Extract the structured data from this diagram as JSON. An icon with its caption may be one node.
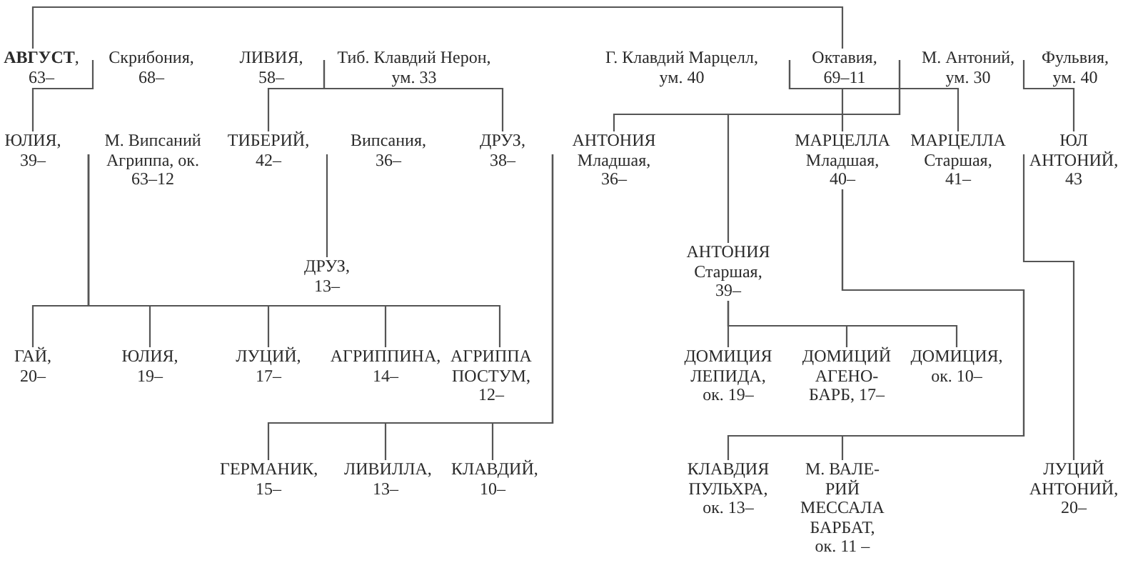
{
  "diagram": {
    "nodes": [
      {
        "text": [
          "**АВГУСТ**, 63–"
        ]
      },
      {
        "text": [
          "Скрибония, 68–"
        ]
      },
      {
        "text": [
          "ЛИВИЯ, 58–"
        ]
      },
      {
        "text": [
          "Тиб. Клавдий Нерон, ум. 33"
        ]
      },
      {
        "text": [
          "Г. Клавдий Марцелл, ум. 40"
        ]
      },
      {
        "text": [
          "Октавия, 69–11"
        ]
      },
      {
        "text": [
          "М. Антоний, ум. 30"
        ]
      },
      {
        "text": [
          "Фульвия, ум. 40"
        ]
      },
      {
        "text": [
          "ЮЛИЯ, 39–"
        ]
      },
      {
        "text": [
          "М. Випсаний Агриппа, ок. 63–12"
        ]
      },
      {
        "text": [
          "ТИБЕРИЙ, 42–"
        ]
      },
      {
        "text": [
          "Випсания, 36–"
        ]
      },
      {
        "text": [
          "ДРУЗ, 38–"
        ]
      },
      {
        "text": [
          "АНТОНИЯ Младшая, 36–"
        ]
      },
      {
        "text": [
          "МАРЦЕЛЛА Младшая, 40–"
        ]
      },
      {
        "text": [
          "МАРЦЕЛЛА Старшая, 41–"
        ]
      },
      {
        "text": [
          "ЮЛ АНТОНИЙ, 43"
        ]
      },
      {
        "text": [
          "ДРУЗ, 13–"
        ]
      },
      {
        "text": [
          "АНТОНИЯ Старшая, 39–"
        ]
      },
      {
        "text": [
          "ГАЙ, 20–"
        ]
      },
      {
        "text": [
          "ЮЛИЯ, 19–"
        ]
      },
      {
        "text": [
          "ЛУЦИЙ, 17–"
        ]
      },
      {
        "text": [
          "АГРИППИНА, 14–"
        ]
      },
      {
        "text": [
          "АГРИППА ПОСТУМ, 12–"
        ]
      },
      {
        "text": [
          "ДОМИЦИЯ ЛЕПИДА, ок. 19–"
        ]
      },
      {
        "text": [
          "ДОМИЦИЙ АГЕНО-БАРБ, 17–"
        ]
      },
      {
        "text": [
          "ДОМИЦИЯ, ок. 10–"
        ]
      },
      {
        "text": [
          "ГЕРМАНИК, 15–"
        ]
      },
      {
        "text": [
          "ЛИВИЛЛА, 13–"
        ]
      },
      {
        "text": [
          "КЛАВДИЙ, 10–"
        ]
      },
      {
        "text": [
          "КЛАВДИЯ ПУЛЬХРА, ок. 13–"
        ]
      },
      {
        "text": [
          "М. ВАЛЕ-РИЙ МЕССАЛА БАРБАТ, ок. 11 –"
        ]
      },
      {
        "text": [
          "ЛУЦИЙ АНТОНИЙ, 20–"
        ]
      }
    ],
    "edges": [
      {
        "from": 0,
        "to": 5,
        "arrow": "none"
      },
      {
        "from": 1,
        "to": 8,
        "arrow": "none"
      },
      {
        "from": 3,
        "to": 10,
        "arrow": "none"
      },
      {
        "from": 3,
        "to": 12,
        "arrow": "none"
      },
      {
        "from": 9,
        "to": 19,
        "arrow": "none"
      },
      {
        "from": 9,
        "to": 20,
        "arrow": "none"
      },
      {
        "from": 9,
        "to": 21,
        "arrow": "none"
      },
      {
        "from": 9,
        "to": 22,
        "arrow": "none"
      },
      {
        "from": 9,
        "to": 23,
        "arrow": "none"
      },
      {
        "from": 11,
        "to": 17,
        "arrow": "none"
      },
      {
        "from": 13,
        "to": 27,
        "arrow": "none"
      },
      {
        "from": 13,
        "to": 28,
        "arrow": "none"
      },
      {
        "from": 13,
        "to": 29,
        "arrow": "none"
      },
      {
        "from": 5,
        "to": 14,
        "arrow": "none"
      },
      {
        "from": 5,
        "to": 15,
        "arrow": "none"
      },
      {
        "from": 5,
        "to": 13,
        "arrow": "none"
      },
      {
        "from": 5,
        "to": 18,
        "arrow": "none"
      },
      {
        "from": 7,
        "to": 16,
        "arrow": "none"
      },
      {
        "from": 14,
        "to": 30,
        "arrow": "none"
      },
      {
        "from": 14,
        "to": 31,
        "arrow": "none"
      },
      {
        "from": 16,
        "to": 32,
        "arrow": "none"
      },
      {
        "from": 18,
        "to": 24,
        "arrow": "none"
      },
      {
        "from": 18,
        "to": 25,
        "arrow": "none"
      },
      {
        "from": 18,
        "to": 26,
        "arrow": "none"
      }
    ]
  }
}
